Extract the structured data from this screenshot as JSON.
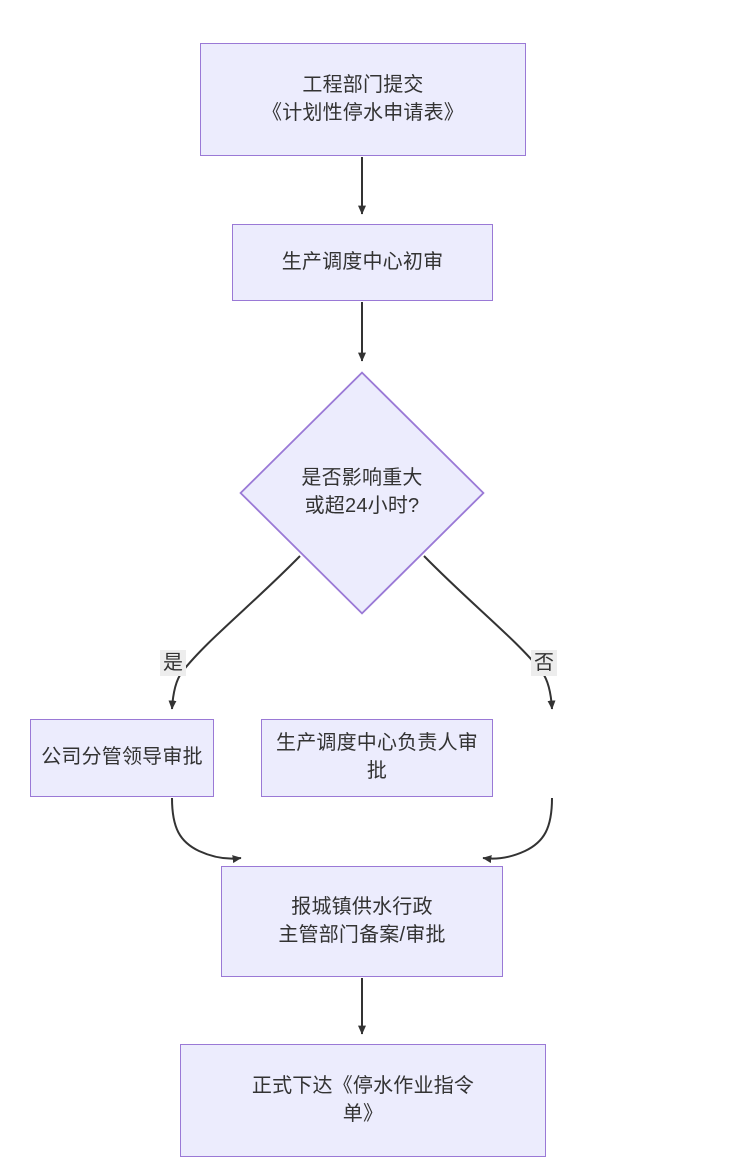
{
  "diagram": {
    "type": "flowchart",
    "direction": "top-down",
    "theme": {
      "node_fill": "#ececfd",
      "node_border": "#9a79d6",
      "node_text": "#333333",
      "edge_stroke": "#333333",
      "edge_label_bg": "#ededed",
      "background": "#ffffff"
    },
    "nodes": [
      {
        "id": "submit",
        "shape": "rect",
        "label": "工程部门提交\n《计划性停水申请表》"
      },
      {
        "id": "initial",
        "shape": "rect",
        "label": "生产调度中心初审"
      },
      {
        "id": "decision",
        "shape": "diamond",
        "label": "是否影响重大\n或超24小时?"
      },
      {
        "id": "leader",
        "shape": "rect",
        "label": "公司分管领导审批"
      },
      {
        "id": "dispatch",
        "shape": "rect",
        "label": "生产调度中心负责人审批"
      },
      {
        "id": "filing",
        "shape": "rect",
        "label": "报城镇供水行政\n主管部门备案/审批"
      },
      {
        "id": "order",
        "shape": "rect",
        "label": "正式下达《停水作业指令\n单》"
      }
    ],
    "edges": [
      {
        "from": "submit",
        "to": "initial",
        "label": "",
        "style": "straight-arrow"
      },
      {
        "from": "initial",
        "to": "decision",
        "label": "",
        "style": "straight-arrow"
      },
      {
        "from": "decision",
        "to": "leader",
        "label": "是",
        "style": "curved-arrow"
      },
      {
        "from": "decision",
        "to": "dispatch",
        "label": "否",
        "style": "curved-arrow"
      },
      {
        "from": "leader",
        "to": "filing",
        "label": "",
        "style": "curved-arrow"
      },
      {
        "from": "dispatch",
        "to": "filing",
        "label": "",
        "style": "curved-arrow"
      },
      {
        "from": "filing",
        "to": "order",
        "label": "",
        "style": "straight-arrow"
      }
    ],
    "edge_labels": {
      "yes": "是",
      "no": "否"
    }
  }
}
